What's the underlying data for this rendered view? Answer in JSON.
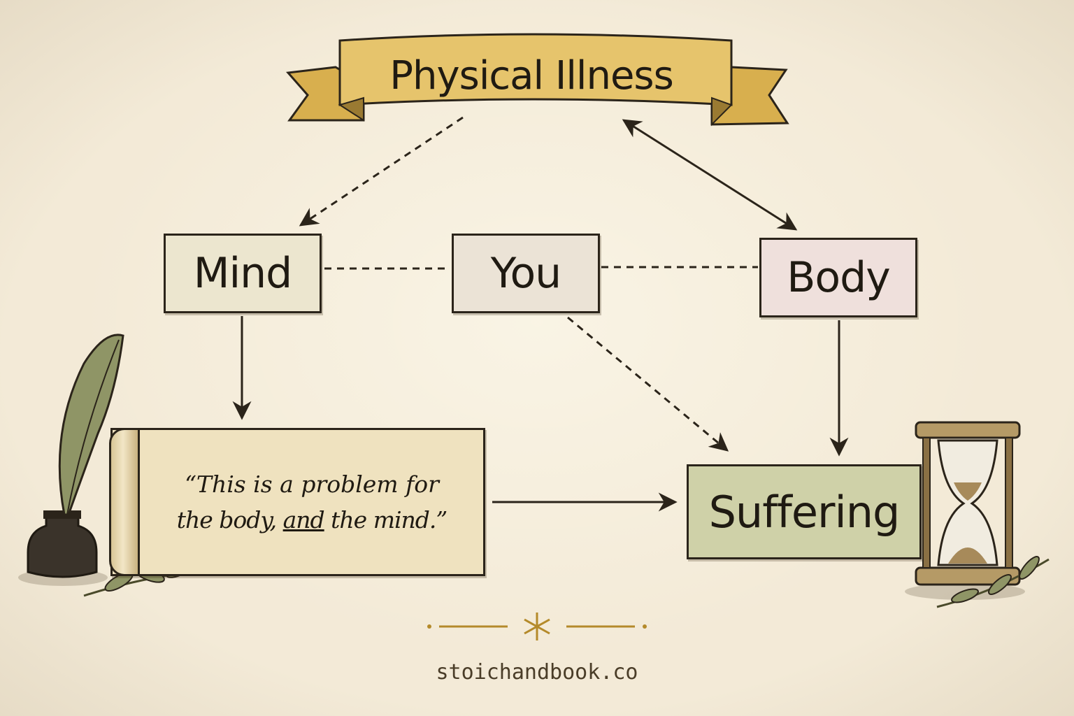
{
  "title": "Physical Illness",
  "nodes": {
    "mind": "Mind",
    "you": "You",
    "body": "Body",
    "suffering": "Suffering"
  },
  "quote": {
    "line1": "“This is a problem for",
    "line2_pre": "the body, ",
    "line2_emph": "and",
    "line2_post": " the mind.”"
  },
  "footer": "stoichandbook.co",
  "icons": [
    "quill-icon",
    "inkwell-icon",
    "scroll-icon",
    "olive-branch-icon",
    "hourglass-icon",
    "asterisk-ornament-icon",
    "ribbon-banner-icon"
  ],
  "colors": {
    "background": "#f3ead7",
    "banner": "#e2be62",
    "ink": "#1f1a12",
    "suffering": "#cfd1a8",
    "ornament": "#b48a2a"
  }
}
